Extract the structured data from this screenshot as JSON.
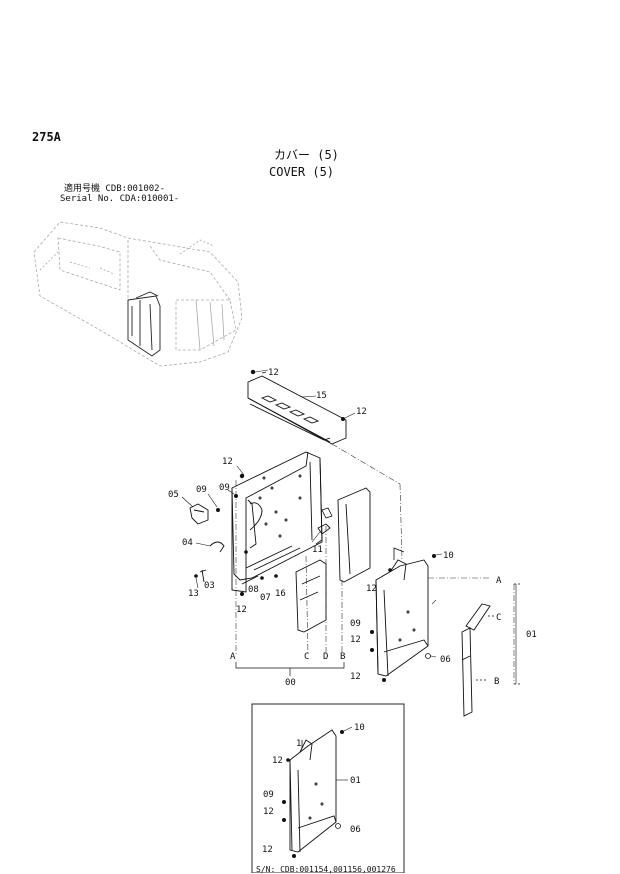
{
  "header": {
    "page_code": "275A",
    "title_jp": "カバー (5)",
    "title_en": "COVER (5)"
  },
  "serial": {
    "line1": "適用号機 CDB:001002-",
    "line2": "Serial No. CDA:010001-"
  },
  "callouts": {
    "c12_top": "12",
    "c15": "15",
    "c12_topright": "12",
    "c12_left": "12",
    "c09_a": "09",
    "c05": "05",
    "c09_b": "09",
    "c11": "11",
    "c04": "04",
    "c08": "08",
    "c07": "07",
    "c16": "16",
    "c03": "03",
    "c13": "13",
    "c12_bottom": "12",
    "c10": "10",
    "c12_right": "12",
    "c09_right": "09",
    "c12_right2": "12",
    "c06": "06",
    "c12_right3": "12",
    "c01": "01",
    "c00": "00"
  },
  "letters": {
    "A_bottom": "A",
    "C_bottom": "C",
    "D_bottom": "D",
    "B_bottom": "B",
    "A_right": "A",
    "C_right": "C",
    "B_right": "B"
  },
  "inset": {
    "c10": "10",
    "c1": "1",
    "c12_a": "12",
    "c01": "01",
    "c09": "09",
    "c12_b": "12",
    "c06": "06",
    "c12_c": "12",
    "footer": "S/N: CDB:001154,001156,001276"
  }
}
